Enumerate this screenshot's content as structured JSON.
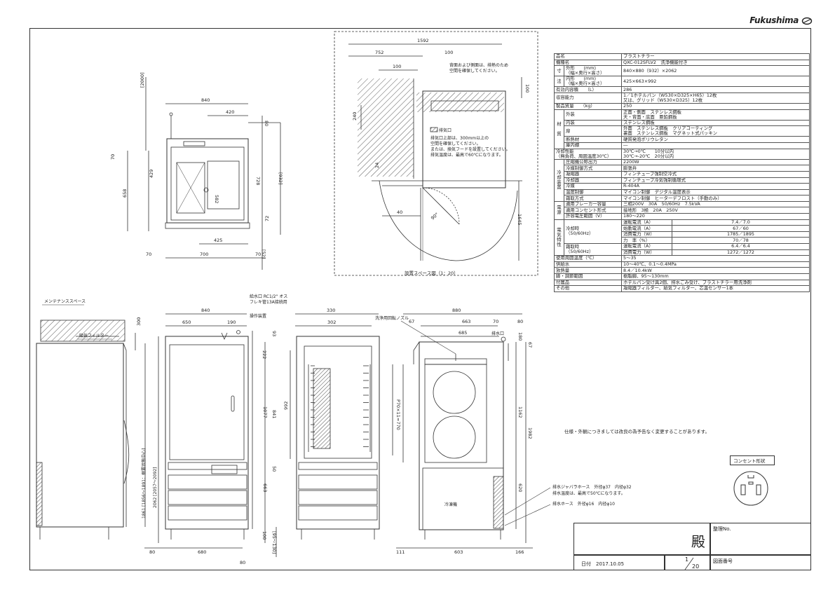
{
  "brand": {
    "name": "Fukushima"
  },
  "drawing": {
    "top_view": {
      "dims": [
        "840",
        "420",
        "80",
        "70",
        "658",
        "429",
        "582",
        "728",
        "[932]",
        "[2000]",
        "72",
        "[52]",
        "425",
        "70",
        "700",
        "70"
      ]
    },
    "space_view": {
      "caption": "設置スペース図（1：20）",
      "dims": [
        "1592",
        "752",
        "100",
        "100",
        "100",
        "240",
        "24",
        "40",
        "1645",
        "90°"
      ],
      "note_top": [
        "背面および側面は、排熱のため",
        "空間を確保してください。"
      ],
      "exhaust_label": "排気口",
      "note_mid": [
        "排気口上部は、300mm以上の",
        "空間を確保してください。",
        "または、換気フードを設置してください。",
        "排気温度は、最高で60℃になります。"
      ]
    },
    "side_view": {
      "maintenance_label": "メンテナンススペース",
      "filter_label": "吸気フィルター",
      "dims": [
        "300",
        "1861 [1856～1891：据置状態中心]",
        "2062 [2057～2092]"
      ]
    },
    "front_view": {
      "labels": [
        "給水口 RC1/2\" オス",
        "フレキ管13A接続用",
        "操作装置"
      ],
      "dims": [
        "840",
        "650",
        "190",
        "222",
        "93",
        "1077",
        "841",
        "50",
        "663",
        "100",
        "[95～130]",
        "80",
        "680",
        "80"
      ]
    },
    "inner_view": {
      "dims": [
        "330",
        "302",
        "992",
        "P70×11=770"
      ]
    },
    "right_view": {
      "labels": [
        "洗浄用回転ノズル",
        "排水口",
        "冷凍機"
      ],
      "dims": [
        "880",
        "67",
        "663",
        "70",
        "80",
        "685",
        "180",
        "67",
        "1162",
        "1982",
        "620",
        "111",
        "603",
        "166"
      ]
    },
    "drain_labels": [
      "排水ジャバラホース　外径φ37　内径φ32",
      "排水温度は、最高で50℃になります。",
      "排水ホース　外径φ16　内径φ10"
    ]
  },
  "spec": {
    "rows": [
      [
        "品名",
        "",
        "ブラストチラー"
      ],
      [
        "機種名",
        "",
        "QXC-012SFLV2　洗浄機能付き"
      ],
      [
        "寸",
        "外形　　(mm)\n（幅×奥行×高さ）",
        "840×880（932）×2062"
      ],
      [
        "法",
        "内形　　(mm)\n（幅×奥行×高さ）",
        "425×663×992"
      ],
      [
        "有効内容積　　（L）",
        "",
        "286"
      ],
      [
        "収容能力",
        "",
        "1／1ホテルパン（W530×D325×H65）12枚\n又は、グリッド（W530×D325）12枚"
      ],
      [
        "製品質量　　（kg）",
        "",
        "250"
      ]
    ],
    "material": {
      "head": [
        "材",
        "質"
      ],
      "rows": [
        [
          "外装",
          "正面・側面　ステンレス鋼板\n天・背面・底面　亜鉛鋼板"
        ],
        [
          "内装",
          "ステンレス鋼板"
        ],
        [
          "扉",
          "外面　ステンレス鋼板　クリアコーティング\n裏面　ステンレス鋼板　マグネット式パッキン"
        ],
        [
          "断熱材",
          "硬質発泡ポリウレタン"
        ],
        [
          "庫内棚",
          "―"
        ]
      ]
    },
    "cooling_perf": {
      "label": "冷却性能\n（無負荷、周囲温度30℃）",
      "value": "30℃→0℃　　10分以内\n30℃→-20℃　20分以内"
    },
    "cooling_device": {
      "head": [
        "冷",
        "却",
        "装",
        "置"
      ],
      "rows": [
        [
          "圧縮機公称出力",
          "2200W"
        ],
        [
          "冷媒制御方式",
          "膨張弁"
        ],
        [
          "凝縮器",
          "フィンチューブ強制空冷式"
        ],
        [
          "冷却器",
          "フィンチューブ冷気強制循環式"
        ],
        [
          "冷媒",
          "R-404A"
        ],
        [
          "温度制御",
          "マイコン制御　デジタル温度表示"
        ],
        [
          "霜取方式",
          "マイコン制御　ヒーターデフロスト（手動のみ）"
        ]
      ]
    },
    "power": {
      "head": [
        "電",
        "源"
      ],
      "rows": [
        [
          "適用ブレーカー容量",
          "三相200V　30A　50/60Hz　7.5kVA"
        ],
        [
          "適用コンセント形式",
          "接地形　3極　20A　250V"
        ],
        [
          "許容電圧範囲（V）",
          "180～220"
        ]
      ]
    },
    "electrical": {
      "head": [
        "電",
        "気",
        "特",
        "性"
      ],
      "cooling_label": "冷却時\n（50/60Hz）",
      "cooling_rows": [
        [
          "運転電流（A）",
          "7.4／7.0"
        ],
        [
          "始動電流（A）",
          "67／60"
        ],
        [
          "消費電力（W）",
          "1785／1895"
        ],
        [
          "力　率（%）",
          "70／78"
        ]
      ],
      "defrost_label": "霜取時\n（50/60Hz）",
      "defrost_rows": [
        [
          "運転電流（A）",
          "6.4／6.4"
        ],
        [
          "消費電力（W）",
          "1272／1272"
        ]
      ]
    },
    "tail_rows": [
      [
        "使用周囲温度（℃）",
        "5～35"
      ],
      [
        "供給水",
        "10～40℃、0.1～0.4MPa"
      ],
      [
        "放熱量",
        "8.4／10.4kW"
      ],
      [
        "脚・調節範囲",
        "樹脂脚、95～130mm"
      ],
      [
        "付属品",
        "ホテルパン受け具2個、排水ごみ受け、ブラストチラー用洗浄剤"
      ],
      [
        "その他",
        "凝縮器フィルター、給気フィルター、芯温センサー1本"
      ]
    ]
  },
  "footnote": "仕様・外観につきましては改良の為予告なく変更することがあります。",
  "outlet": {
    "label": "コンセント形状"
  },
  "title_block": {
    "honorific": "殿",
    "ref_label": "整理No.",
    "date": "日付　2017.10.05",
    "scale_num": "1",
    "scale_den": "20",
    "drawing_no_label": "図面番号"
  }
}
